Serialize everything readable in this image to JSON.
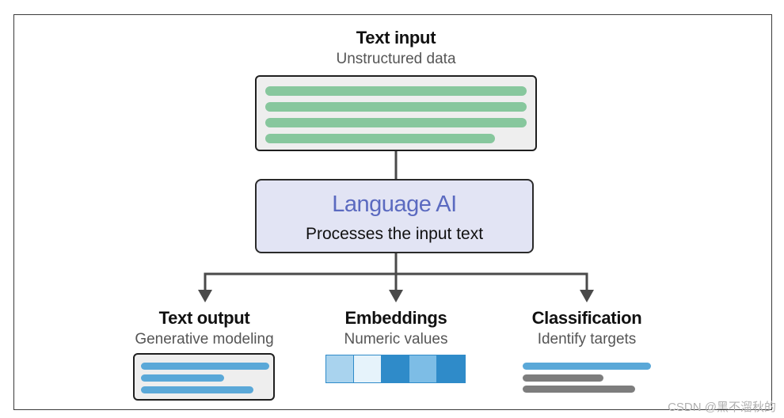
{
  "input": {
    "title": "Text input",
    "subtitle": "Unstructured data"
  },
  "core": {
    "title": "Language AI",
    "subtitle": "Processes the input text"
  },
  "outputs": [
    {
      "title": "Text output",
      "subtitle": "Generative modeling"
    },
    {
      "title": "Embeddings",
      "subtitle": "Numeric values"
    },
    {
      "title": "Classification",
      "subtitle": "Identify targets"
    }
  ],
  "colors": {
    "input_bars": "#87c79d",
    "core_fill": "#e2e4f4",
    "core_title": "#5b6ac0",
    "output_bars": "#5aa8d8",
    "embedding_cells": [
      "#a9d3ee",
      "#e6f3fb",
      "#2f8bc9",
      "#7dbde6",
      "#2f8bc9"
    ],
    "class_bars": [
      "#5aa8d8",
      "#7d7d7d",
      "#7d7d7d"
    ],
    "arrows": "#4a4a4a"
  },
  "watermark": "CSDN @黑不溜秋的"
}
